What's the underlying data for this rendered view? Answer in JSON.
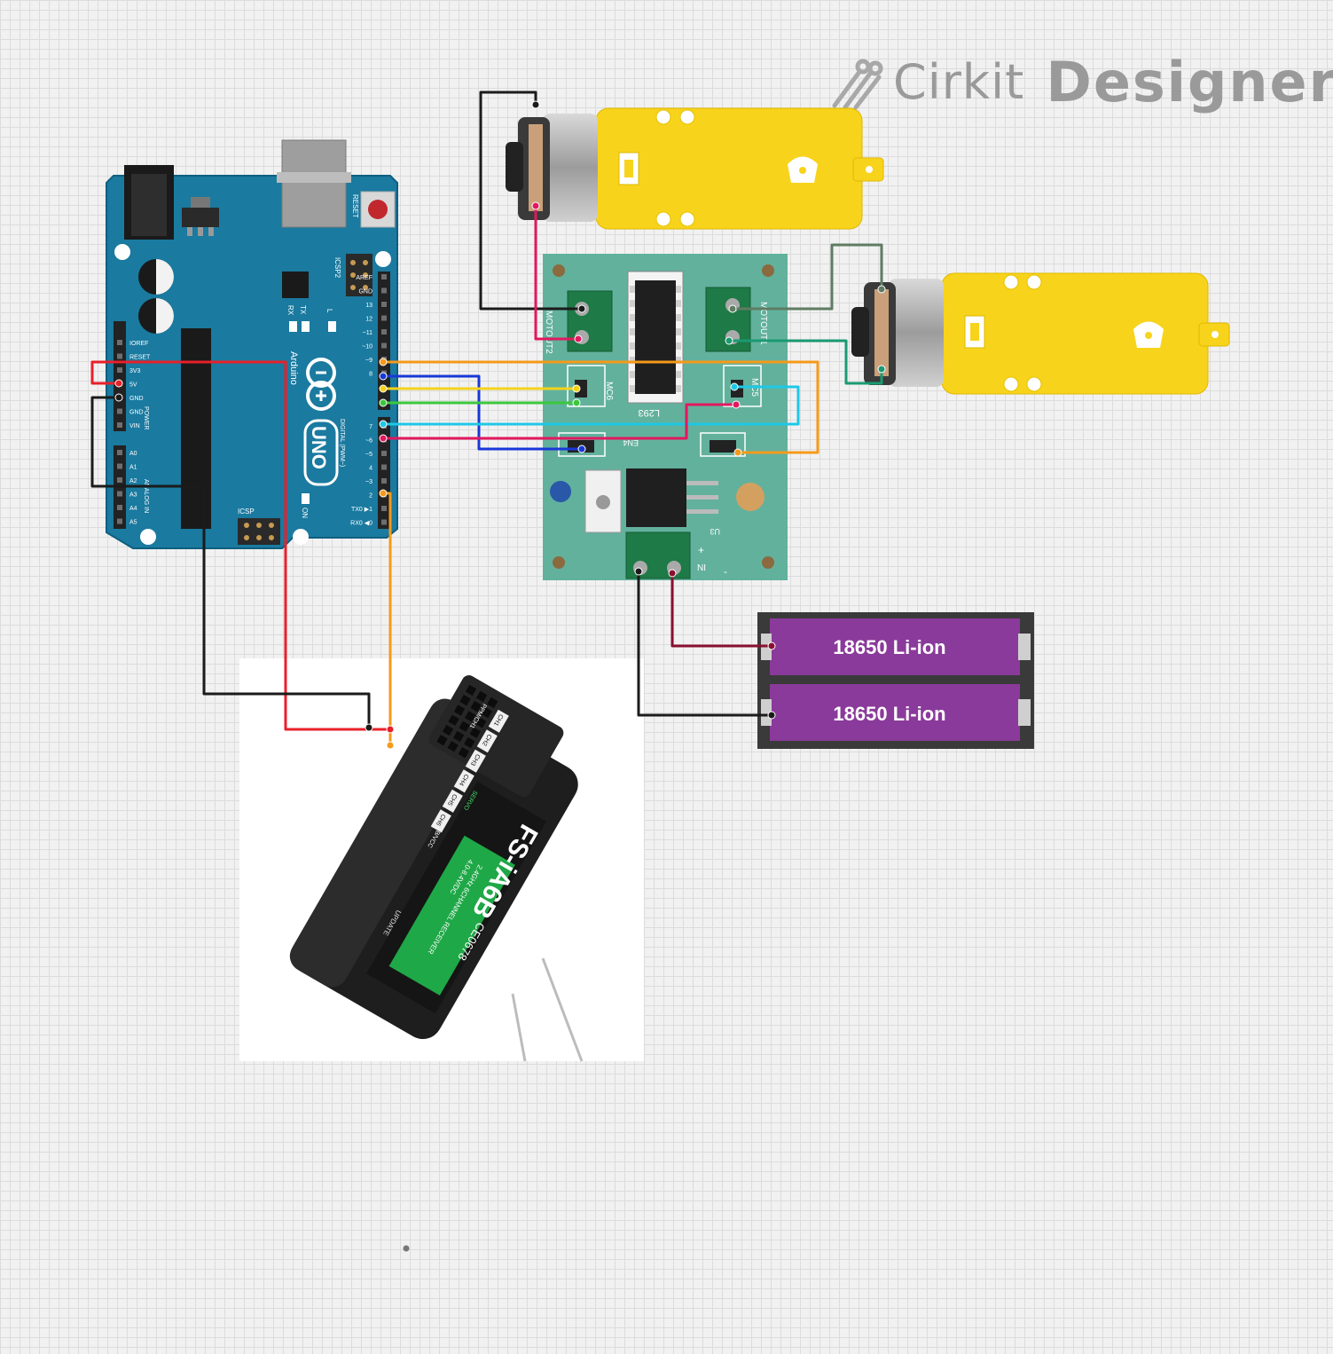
{
  "brand": {
    "name_part1": "Cirkit",
    "name_part2": "Designer"
  },
  "arduino": {
    "brand": "Arduino",
    "model": "UNO",
    "reset_label": "RESET",
    "icsp2_label": "ICSP2",
    "icsp_label": "ICSP",
    "led_labels": [
      "RX",
      "TX",
      "L"
    ],
    "on_label": "ON",
    "power_header_label": "POWER",
    "analog_header_label": "ANALOG IN",
    "digital_header_label": "DIGITAL (PWM~)",
    "power_pins": [
      "IOREF",
      "RESET",
      "3V3",
      "5V",
      "GND",
      "GND",
      "VIN"
    ],
    "analog_pins": [
      "A0",
      "A1",
      "A2",
      "A3",
      "A4",
      "A5"
    ],
    "digital_pins_top": [
      "AREF",
      "GND",
      "13",
      "12",
      "~11",
      "~10",
      "~9",
      "8"
    ],
    "digital_pins_bottom": [
      "7",
      "~6",
      "~5",
      "4",
      "~3",
      "2",
      "TX0 ▶1",
      "RX0 ◀0"
    ]
  },
  "driver": {
    "ic_label": "L293",
    "motout2": "MOTOUT2",
    "motout1": "MOTOUT1",
    "mc6": "MC6",
    "mc5": "MC5",
    "en4": "EN4",
    "u3": "U3",
    "in": "IN",
    "plus": "+",
    "minus": "-"
  },
  "receiver": {
    "model": "FS-iA6B",
    "ce": "CE0678",
    "desc": "2.4GHz 6CHANNEL RECEIVER",
    "voltage": "4.0-8.4V/DC",
    "update": "UPDATE",
    "channels": [
      "CH1",
      "CH2",
      "CH3",
      "CH4",
      "CH5",
      "CH6"
    ],
    "ppm_label": "PPM/CH1",
    "b_vcc": "B/VCC",
    "servo": "SERVO"
  },
  "batteries": {
    "cells": [
      "18650 Li-ion",
      "18650 Li-ion"
    ]
  },
  "wire_colors": {
    "red": "#e8202a",
    "black": "#1b1b1b",
    "orange": "#f59a1b",
    "yellow": "#f5d21b",
    "blue": "#1838d8",
    "green": "#3cc83c",
    "cyan": "#1ec8e6",
    "crimson": "#e2185e",
    "maroon": "#8a1030",
    "teal": "#1a9a72",
    "gray_green": "#5e7c62"
  }
}
